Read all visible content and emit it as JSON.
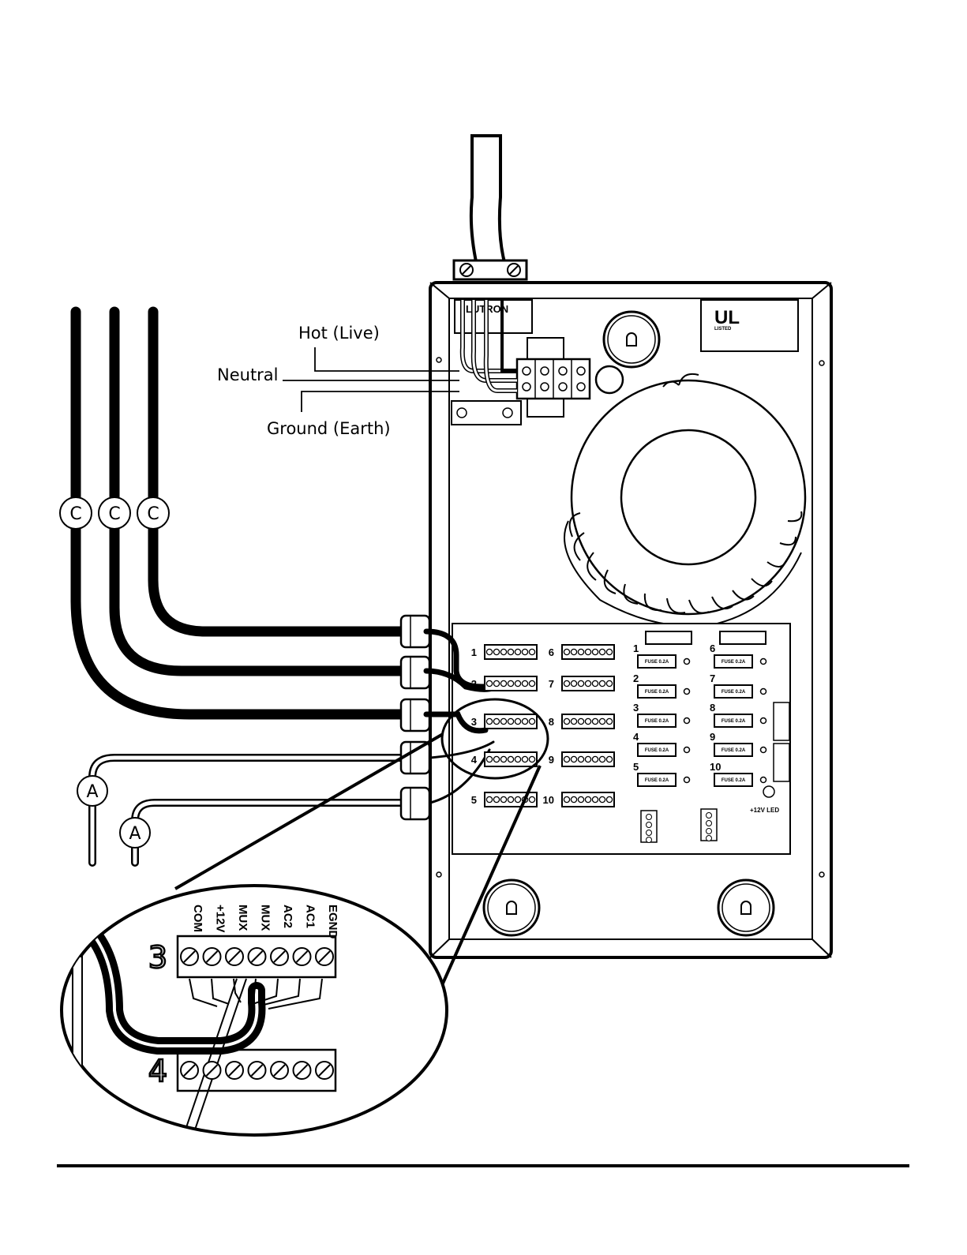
{
  "wire_labels": {
    "hot": "Hot (Live)",
    "neutral": "Neutral",
    "ground": "Ground (Earth)"
  },
  "callouts": {
    "c": "C",
    "a": "A"
  },
  "enclosure": {
    "brand_text": "LUTRON",
    "ul_mark": "UL",
    "ul_listed": "LISTED",
    "led_label": "+12V LED"
  },
  "board": {
    "left_connector_numbers": [
      "1",
      "2",
      "3",
      "4",
      "5"
    ],
    "right_connector_numbers": [
      "6",
      "7",
      "8",
      "9",
      "10"
    ],
    "fuse_numbers_left": [
      "1",
      "2",
      "3",
      "4",
      "5"
    ],
    "fuse_numbers_right": [
      "6",
      "7",
      "8",
      "9",
      "10"
    ],
    "fuse_label": "FUSE 0.2A"
  },
  "detail": {
    "upper_connector_number": "3",
    "lower_connector_number": "4",
    "terminal_labels": [
      "COM",
      "+12V",
      "MUX",
      "MUX",
      "AC2",
      "AC1",
      "EGND"
    ]
  }
}
